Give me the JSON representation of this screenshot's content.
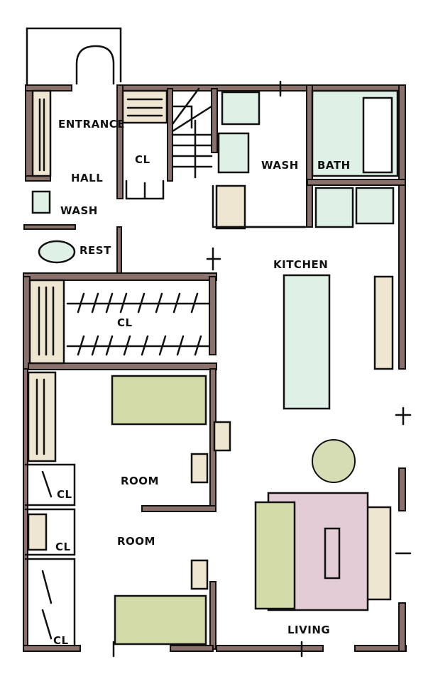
{
  "labels": {
    "entrance": "ENTRANCE",
    "hall": "HALL",
    "cl_hall": "CL",
    "wash_upper": "WASH",
    "bath": "BATH",
    "wash_small": "WASH",
    "rest": "REST",
    "kitchen": "KITCHEN",
    "cl_walkin": "CL",
    "room_upper": "ROOM",
    "room_lower": "ROOM",
    "cl_room1": "CL",
    "cl_room2": "CL",
    "cl_room3": "CL",
    "living": "LIVING"
  },
  "colors": {
    "wall": "#8a716c",
    "storage": "#efe6d2",
    "water": "#dff0e6",
    "bed": "#d3dca9",
    "rug": "#e4ccd6"
  }
}
